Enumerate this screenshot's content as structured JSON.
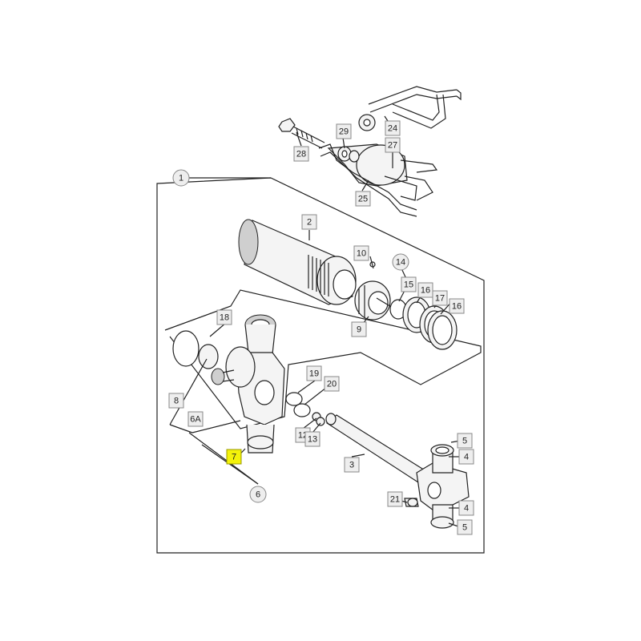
{
  "diagram": {
    "highlight_color": "#f4f20a",
    "box_border_color": "#222222",
    "callout_bg": "#eeeeee",
    "callouts": [
      {
        "label": "1",
        "shape": "circle",
        "highlighted": false
      },
      {
        "label": "2",
        "shape": "square",
        "highlighted": false
      },
      {
        "label": "3",
        "shape": "square",
        "highlighted": false
      },
      {
        "label": "4",
        "shape": "square",
        "highlighted": false
      },
      {
        "label": "4",
        "shape": "square",
        "highlighted": false
      },
      {
        "label": "5",
        "shape": "square",
        "highlighted": false
      },
      {
        "label": "5",
        "shape": "square",
        "highlighted": false
      },
      {
        "label": "6",
        "shape": "circle",
        "highlighted": false
      },
      {
        "label": "6A",
        "shape": "square",
        "highlighted": false
      },
      {
        "label": "7",
        "shape": "square",
        "highlighted": true
      },
      {
        "label": "8",
        "shape": "square",
        "highlighted": false
      },
      {
        "label": "9",
        "shape": "square",
        "highlighted": false
      },
      {
        "label": "10",
        "shape": "square",
        "highlighted": false
      },
      {
        "label": "12",
        "shape": "square",
        "highlighted": false
      },
      {
        "label": "13",
        "shape": "square",
        "highlighted": false
      },
      {
        "label": "14",
        "shape": "circle",
        "highlighted": false
      },
      {
        "label": "15",
        "shape": "square",
        "highlighted": false
      },
      {
        "label": "16",
        "shape": "square",
        "highlighted": false
      },
      {
        "label": "16",
        "shape": "square",
        "highlighted": false
      },
      {
        "label": "17",
        "shape": "square",
        "highlighted": false
      },
      {
        "label": "18",
        "shape": "square",
        "highlighted": false
      },
      {
        "label": "19",
        "shape": "square",
        "highlighted": false
      },
      {
        "label": "20",
        "shape": "square",
        "highlighted": false
      },
      {
        "label": "21",
        "shape": "square",
        "highlighted": false
      },
      {
        "label": "24",
        "shape": "square",
        "highlighted": false
      },
      {
        "label": "25",
        "shape": "square",
        "highlighted": false
      },
      {
        "label": "27",
        "shape": "square",
        "highlighted": false
      },
      {
        "label": "28",
        "shape": "square",
        "highlighted": false
      },
      {
        "label": "29",
        "shape": "square",
        "highlighted": false
      }
    ]
  }
}
